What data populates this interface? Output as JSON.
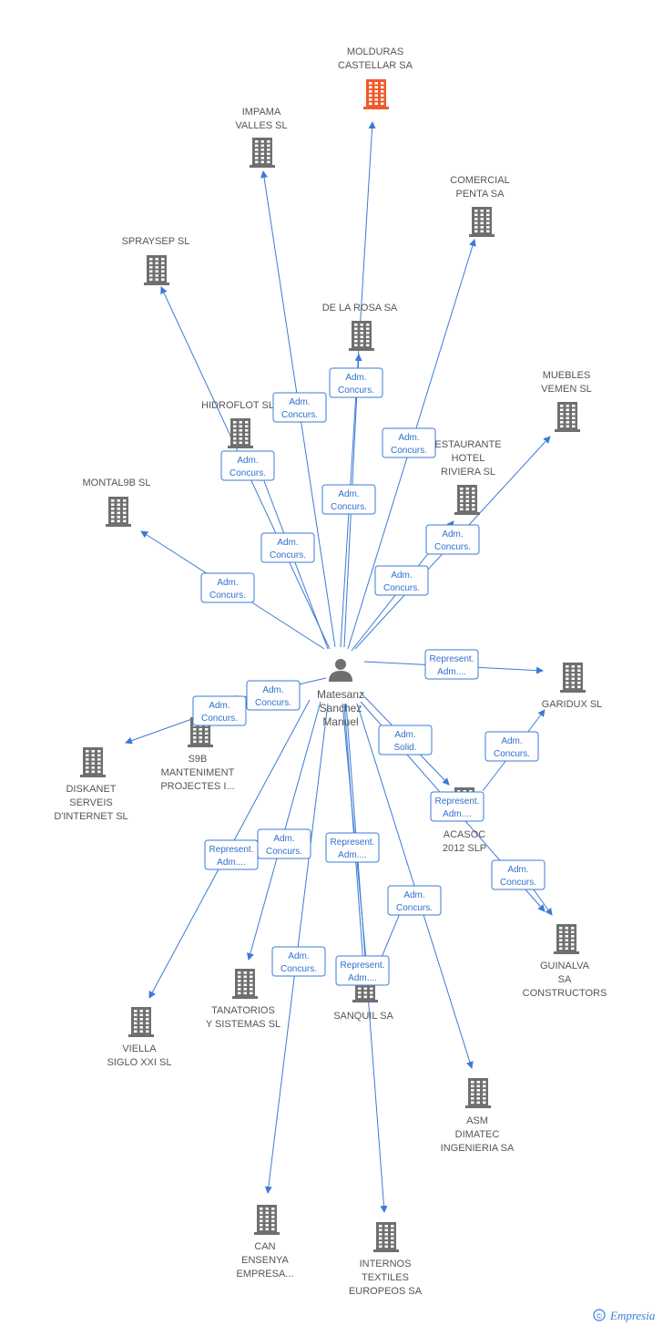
{
  "colors": {
    "edge": "#3a7bd5",
    "node": "#6f6f6f",
    "highlight": "#f0592b",
    "label": "#555555"
  },
  "center": {
    "name_lines": [
      "Matesanz",
      "Sanchez",
      "Manuel"
    ],
    "icon": "person-icon"
  },
  "nodes": [
    {
      "id": "molduras",
      "lines": [
        "MOLDURAS",
        "CASTELLAR SA"
      ],
      "highlight": true
    },
    {
      "id": "impama",
      "lines": [
        "IMPAMA",
        "VALLES SL"
      ]
    },
    {
      "id": "comercial",
      "lines": [
        "COMERCIAL",
        "PENTA SA"
      ]
    },
    {
      "id": "spraysep",
      "lines": [
        "SPRAYSEP SL"
      ]
    },
    {
      "id": "delarosa",
      "lines": [
        "DE LA ROSA SA"
      ]
    },
    {
      "id": "muebles",
      "lines": [
        "MUEBLES",
        "VEMEN SL"
      ]
    },
    {
      "id": "hidroflot",
      "lines": [
        "HIDROFLOT SL"
      ]
    },
    {
      "id": "restaurante",
      "lines": [
        "ESTAURANTE",
        "HOTEL",
        "RIVIERA SL"
      ]
    },
    {
      "id": "montal",
      "lines": [
        "MONTAL9B SL"
      ]
    },
    {
      "id": "garidux",
      "lines": [
        "GARIDUX SL"
      ]
    },
    {
      "id": "s9b",
      "lines": [
        "S9B",
        "MANTENIMENT",
        "PROJECTES I..."
      ]
    },
    {
      "id": "diskanet",
      "lines": [
        "DISKANET",
        "SERVEIS",
        "D'INTERNET SL"
      ]
    },
    {
      "id": "acasoc",
      "lines": [
        "ACASOC",
        "2012 SLP"
      ]
    },
    {
      "id": "guinalva",
      "lines": [
        "GUINALVA",
        "SA",
        "CONSTRUCTORS"
      ]
    },
    {
      "id": "tanatorios",
      "lines": [
        "TANATORIOS",
        "Y SISTEMAS SL"
      ]
    },
    {
      "id": "sanquil",
      "lines": [
        "SANQUIL SA"
      ]
    },
    {
      "id": "viella",
      "lines": [
        "VIELLA",
        "SIGLO XXI SL"
      ]
    },
    {
      "id": "asm",
      "lines": [
        "ASM",
        "DIMATEC",
        "INGENIERIA SA"
      ]
    },
    {
      "id": "can",
      "lines": [
        "CAN",
        "ENSENYA",
        "EMPRESA..."
      ]
    },
    {
      "id": "internos",
      "lines": [
        "INTERNOS",
        "TEXTILES",
        "EUROPEOS SA"
      ]
    }
  ],
  "edges": [
    {
      "target": "molduras",
      "label": [
        "Adm.",
        "Concurs."
      ]
    },
    {
      "target": "impama",
      "label": [
        "Adm.",
        "Concurs."
      ]
    },
    {
      "target": "comercial",
      "label": [
        "Adm.",
        "Concurs."
      ]
    },
    {
      "target": "spraysep",
      "label": [
        "Adm.",
        "Concurs."
      ]
    },
    {
      "target": "delarosa",
      "label": [
        "Adm.",
        "Concurs."
      ]
    },
    {
      "target": "muebles",
      "label": [
        "Adm.",
        "Concurs."
      ]
    },
    {
      "target": "hidroflot",
      "label": [
        "Adm.",
        "Concurs."
      ]
    },
    {
      "target": "restaurante",
      "label": [
        "Adm.",
        "Concurs."
      ]
    },
    {
      "target": "montal",
      "label": [
        "Adm.",
        "Concurs."
      ]
    },
    {
      "target": "garidux",
      "label": [
        "Represent.",
        "Adm...."
      ]
    },
    {
      "target": "s9b",
      "label": [
        "Adm.",
        "Concurs."
      ]
    },
    {
      "target": "diskanet",
      "label": [
        "Adm.",
        "Concurs."
      ]
    },
    {
      "target": "acasoc",
      "label": [
        "Adm.",
        "Solid."
      ]
    },
    {
      "target": "acasoc",
      "label": [
        "Represent.",
        "Adm...."
      ]
    },
    {
      "target": "garidux",
      "label": [
        "Adm.",
        "Concurs."
      ]
    },
    {
      "target": "guinalva",
      "label": [
        "Adm.",
        "Concurs."
      ]
    },
    {
      "target": "tanatorios",
      "label": [
        "Adm.",
        "Concurs."
      ]
    },
    {
      "target": "viella",
      "label": [
        "Represent.",
        "Adm...."
      ]
    },
    {
      "target": "sanquil",
      "label": [
        "Represent.",
        "Adm...."
      ]
    },
    {
      "target": "sanquil",
      "label": [
        "Adm.",
        "Concurs."
      ]
    },
    {
      "target": "sanquil",
      "label": [
        "Represent.",
        "Adm...."
      ]
    },
    {
      "target": "can",
      "label": [
        "Adm.",
        "Concurs."
      ]
    },
    {
      "target": "asm",
      "label": [],
      "unlabeled": true
    },
    {
      "target": "internos",
      "label": [],
      "unlabeled": true
    }
  ],
  "footer": {
    "copyright": "©",
    "brand": "Empresia"
  }
}
